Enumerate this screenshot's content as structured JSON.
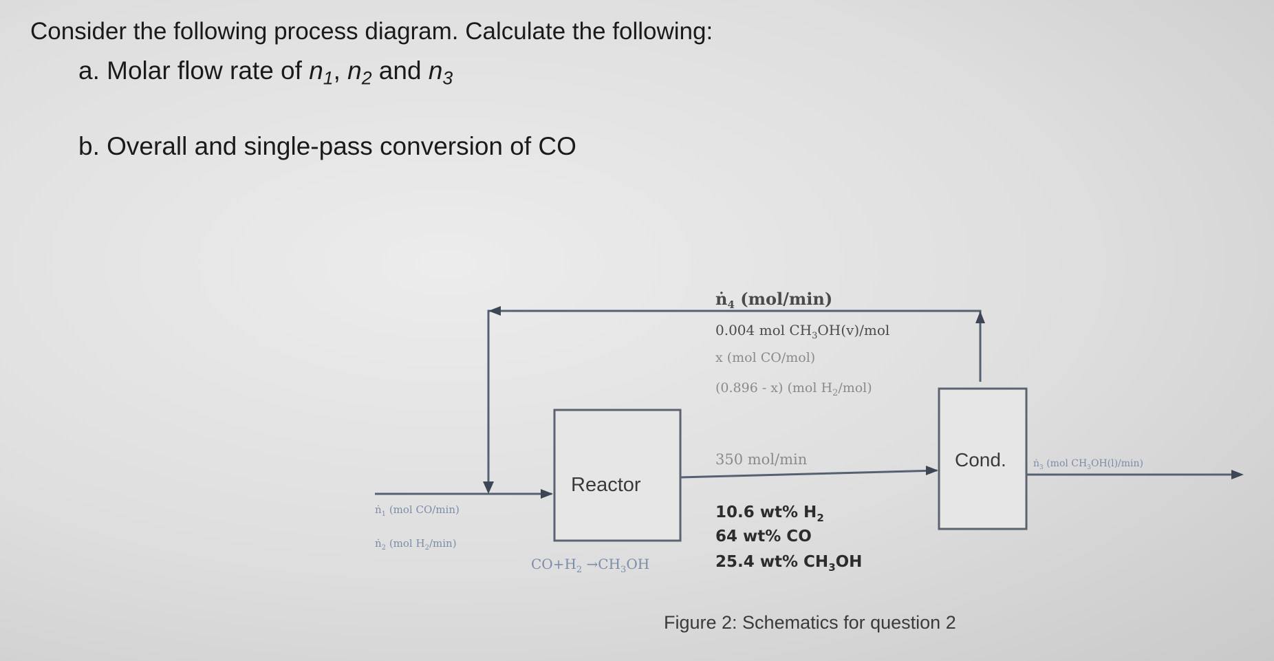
{
  "question": {
    "title": "Consider the following process diagram. Calculate the following:",
    "part_a": {
      "prefix": "a. Molar flow rate of ",
      "n1": "n",
      "n1_sub": "1",
      "sep1": ", ",
      "n2": "n",
      "n2_sub": "2",
      "sep2": " and ",
      "n3": "n",
      "n3_sub": "3"
    },
    "part_b": "b. Overall and single-pass conversion of CO"
  },
  "diagram": {
    "units": {
      "reactor": "Reactor",
      "condenser": "Cond."
    },
    "recycle": {
      "n4_symbol": "ṅ",
      "n4_sub": "4",
      "n4_units": " (mol/min)",
      "methanol": "0.004 mol CH",
      "methanol_sub": "3",
      "methanol_end": "OH(v)/mol",
      "co": "x (mol CO/mol)",
      "h2": "(0.896 - x) (mol H",
      "h2_sub": "2",
      "h2_end": "/mol)"
    },
    "feed": {
      "n1_symbol": "ṅ",
      "n1_sub": "1",
      "n1_units": " (mol CO/min)",
      "n2_symbol": "ṅ",
      "n2_sub": "2",
      "n2_units": " (mol H",
      "n2_units_sub": "2",
      "n2_units_end": "/min)"
    },
    "reactor_outlet": {
      "flow": "350 mol/min",
      "h2": "10.6 wt% H",
      "h2_sub": "2",
      "co": "64 wt% CO",
      "meoh": "25.4 wt% CH",
      "meoh_sub": "3",
      "meoh_end": "OH"
    },
    "product": {
      "n3_symbol": "ṅ",
      "n3_sub": "3",
      "n3_units": " (mol CH",
      "n3_units_sub": "3",
      "n3_units_end": "OH(l)/min)"
    },
    "reaction": {
      "lhs": "CO+H",
      "lhs_sub": "2",
      "arrow": " →CH",
      "rhs_sub": "3",
      "rhs_end": "OH"
    },
    "caption": "Figure 2: Schematics for question 2"
  }
}
